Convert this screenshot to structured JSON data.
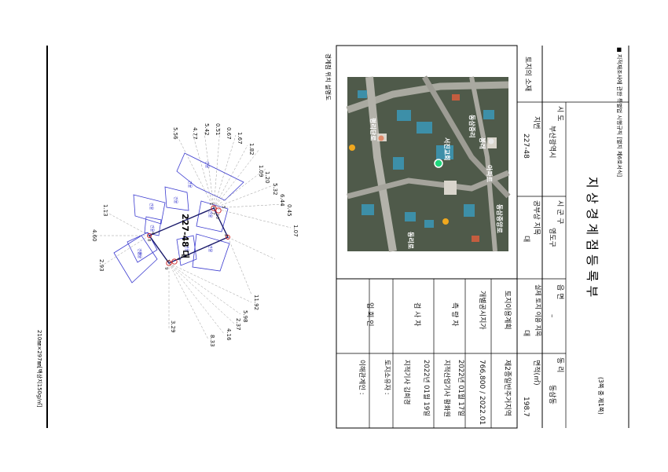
{
  "header": {
    "legal_basis": "■ 지적재조사에 관한 특별법 시행규칙 [별지 제6호서식]",
    "title": "지 상 경 계 점 등 록 부",
    "page_info": "(3쪽 중 제1쪽)"
  },
  "land_info": {
    "location_label": "토지의 소재",
    "sido_label": "시 도",
    "sido_value": "부산광역시",
    "sigungu_label": "시 군 구",
    "sigungu_value": "영도구",
    "eupmyeon_label": "읍 면",
    "eupmyeon_value": "–",
    "dongri_label": "동 리",
    "dongri_value": "동삼동",
    "jibeon_label": "지번",
    "jibeon_value": "227-48",
    "jimok_label": "공부상 지목",
    "jimok_value": "대",
    "actual_use_label": "실제 토지 이용 지목",
    "actual_use_value": "대",
    "area_label": "면적(㎡)",
    "area_value": "198.7"
  },
  "survey_info": {
    "plan_label": "토지이용계획",
    "plan_value": "제2종일반주거지역",
    "price_label": "개별공시지가",
    "price_value": "766,800 / 2022.01",
    "surveyor_label": "측 량 자",
    "surveyor_date": "2022년 01월 17일",
    "surveyor_name": "지적산업기사 황화원",
    "inspector_label": "검 사 자",
    "inspector_date": "2022년 01월 19일",
    "inspector_name": "지적기사 김희경",
    "owner_label": "토지소유자 :",
    "witness_label": "입 회 인",
    "witness_value": "이해관계인 :"
  },
  "map": {
    "labels": [
      "평리단로",
      "서진교회",
      "동삼중리",
      "동삼중앙로",
      "아파트",
      "봉래",
      "동리로"
    ]
  },
  "diagram": {
    "caption": "경계점 위치 설명도",
    "parcel_label": "227-48 대",
    "building_label": "건물",
    "distances": [
      "1.82",
      "1.67",
      "0.67",
      "0.51",
      "5.42",
      "4.77",
      "5.56",
      "1.09",
      "1.20",
      "5.32",
      "6.44",
      "0.45",
      "1.07",
      "1.13",
      "4.60",
      "2.93",
      "11.92",
      "5.98",
      "2.37",
      "4.16",
      "8.33",
      "3.29"
    ],
    "point_numbers": [
      "1",
      "2",
      "3",
      "4",
      "5",
      "6",
      "7",
      "8",
      "9",
      "10"
    ]
  },
  "footer": {
    "paper_size": "210㎜×297㎜[백상지150g/㎡]"
  }
}
